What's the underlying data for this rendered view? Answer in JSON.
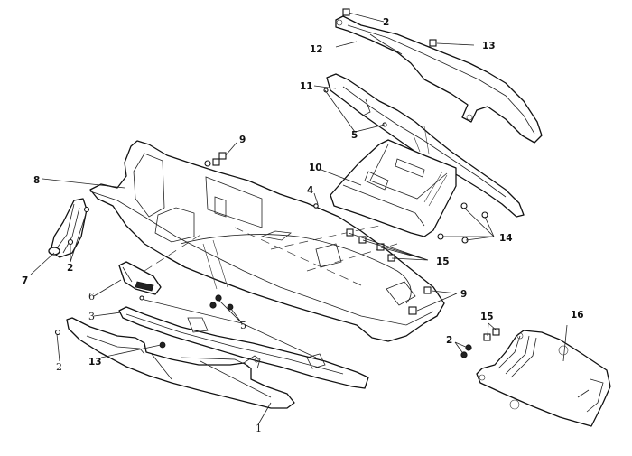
{
  "diagram": {
    "type": "exploded-parts-view",
    "callouts": [
      {
        "id": "c-2-top",
        "text": "2"
      },
      {
        "id": "c-12",
        "text": "12"
      },
      {
        "id": "c-13-top",
        "text": "13"
      },
      {
        "id": "c-11",
        "text": "11"
      },
      {
        "id": "c-5-top",
        "text": "5"
      },
      {
        "id": "c-9-top",
        "text": "9"
      },
      {
        "id": "c-8",
        "text": "8"
      },
      {
        "id": "c-10",
        "text": "10"
      },
      {
        "id": "c-4",
        "text": "4"
      },
      {
        "id": "c-14",
        "text": "14"
      },
      {
        "id": "c-15-mid",
        "text": "15"
      },
      {
        "id": "c-7",
        "text": "7"
      },
      {
        "id": "c-2-left",
        "text": "2"
      },
      {
        "id": "c-6",
        "text": "6"
      },
      {
        "id": "c-9-mid",
        "text": "9"
      },
      {
        "id": "c-3",
        "text": "3"
      },
      {
        "id": "c-5-low",
        "text": "5"
      },
      {
        "id": "c-15-low",
        "text": "15"
      },
      {
        "id": "c-16",
        "text": "16"
      },
      {
        "id": "c-2-low",
        "text": "2"
      },
      {
        "id": "c-2-far",
        "text": "2"
      },
      {
        "id": "c-13-low",
        "text": "13"
      },
      {
        "id": "c-1",
        "text": "1"
      }
    ]
  }
}
